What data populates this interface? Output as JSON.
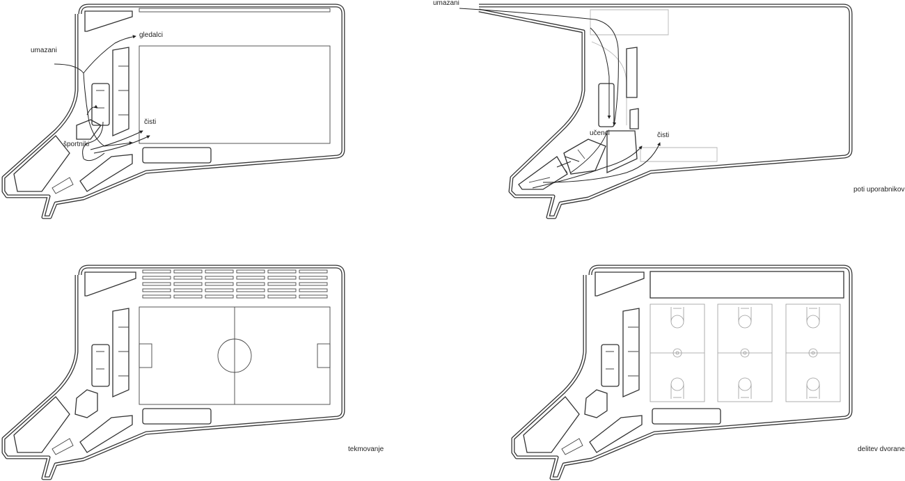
{
  "labels": {
    "tl_umazani": "umazani",
    "tl_gledalci": "gledalci",
    "tl_cisti": "čisti",
    "tl_sportniki": "športniki",
    "tr_umazani": "umazani",
    "tr_ucenci": "učenci",
    "tr_cisti": "čisti"
  },
  "captions": {
    "paths": "poti uporabnikov",
    "competition": "tekmovanje",
    "division": "delitev dvorane"
  }
}
